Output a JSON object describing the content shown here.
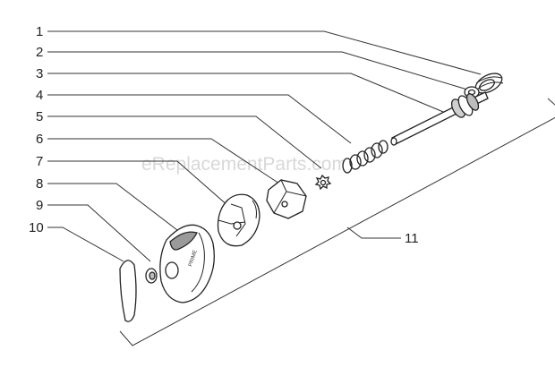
{
  "labels": [
    "1",
    "2",
    "3",
    "4",
    "5",
    "6",
    "7",
    "8",
    "9",
    "10",
    "11"
  ],
  "watermark": "eReplacementParts.com",
  "knob_text": "PRIME",
  "colors": {
    "line": "#222222",
    "watermark": "#d8d8d8",
    "background": "#ffffff"
  }
}
